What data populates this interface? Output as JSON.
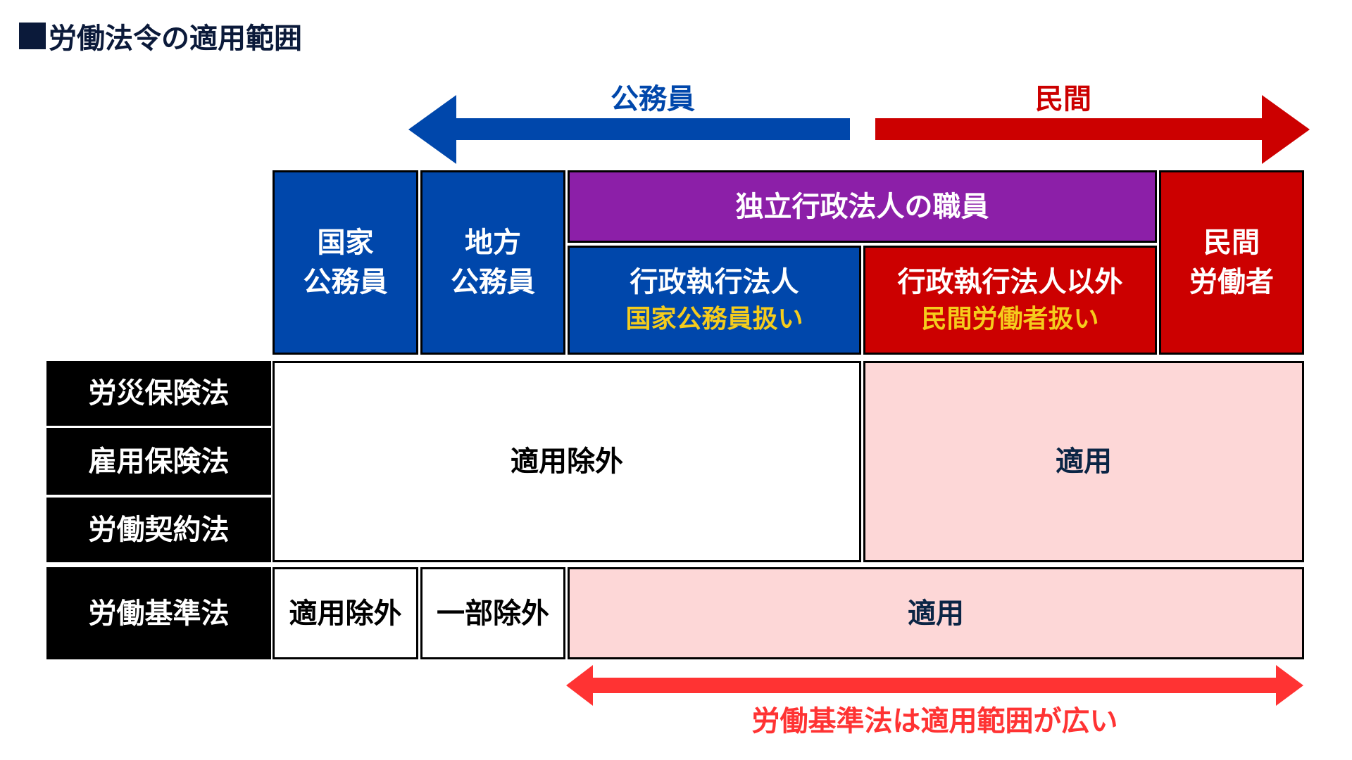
{
  "title": "労働法令の適用範囲",
  "arrows": {
    "public_label": "公務員",
    "private_label": "民間",
    "bottom_label": "労働基準法は適用範囲が広い"
  },
  "columns": {
    "national": [
      "国家",
      "公務員"
    ],
    "local": [
      "地方",
      "公務員"
    ],
    "independent": "独立行政法人の職員",
    "executive": {
      "title": "行政執行法人",
      "note": "国家公務員扱い"
    },
    "non_executive": {
      "title": "行政執行法人以外",
      "note": "民間労働者扱い"
    },
    "private": [
      "民間",
      "労働者"
    ]
  },
  "rows": {
    "labels": [
      "労災保険法",
      "雇用保険法",
      "労働契約法",
      "労働基準法"
    ],
    "group_excluded": "適用除外",
    "group_applied": "適用",
    "lsa_national": "適用除外",
    "lsa_local": "一部除外",
    "lsa_rest": "適用"
  },
  "colors": {
    "blue": "#0047ab",
    "red": "#cc0000",
    "purple": "#8c1fa8",
    "pink": "#fdd7d7",
    "yellow": "#f5cc1c",
    "accent_red": "#ff3333"
  }
}
